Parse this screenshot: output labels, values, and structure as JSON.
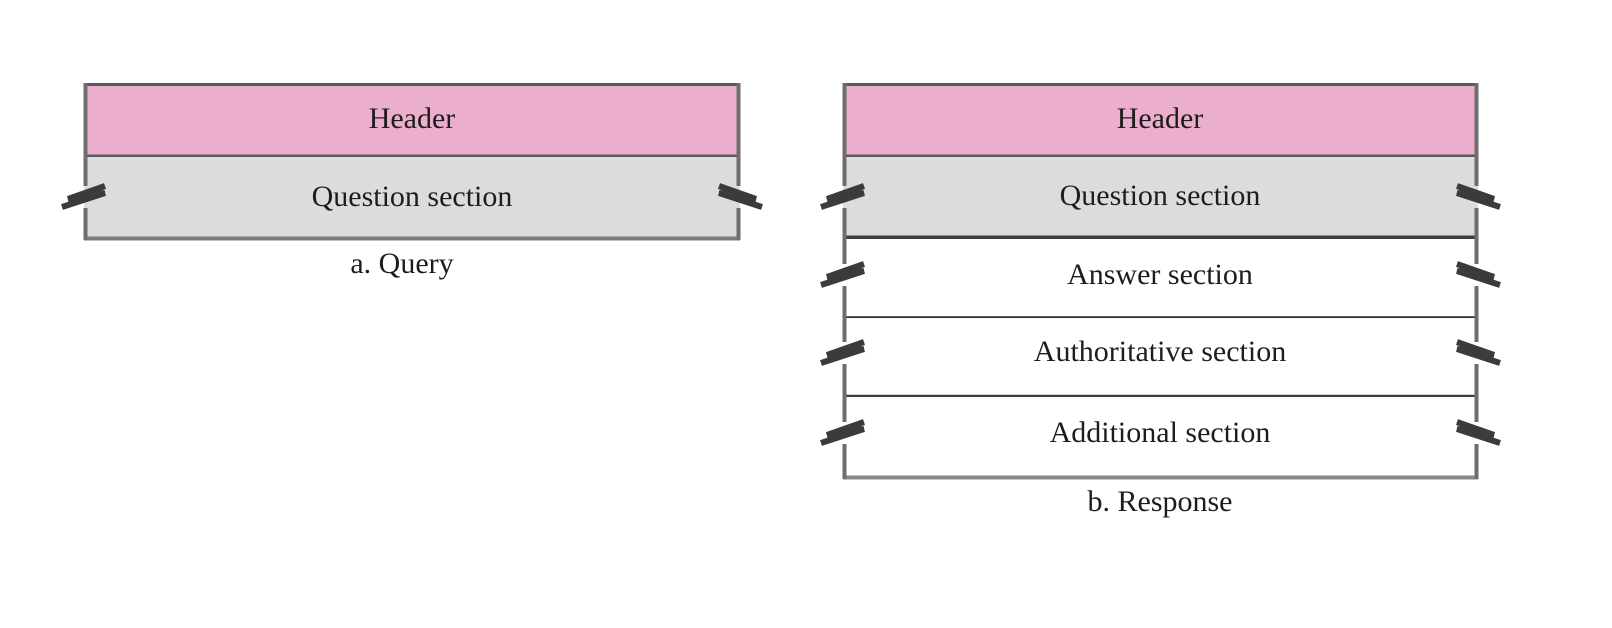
{
  "figure": {
    "background_color": "#ffffff",
    "palette": {
      "header_fill": "#ebafcd",
      "question_fill": "#dcdcde",
      "plain_fill": "#ffffff",
      "border_dark": "#4a4a4a",
      "border_mid": "#7d7d7d",
      "border_light": "#9a9a9a",
      "text_color": "#1d1d1d"
    },
    "diagrams": [
      {
        "id": "query",
        "caption": "a. Query",
        "sections": [
          {
            "label": "Header",
            "fill": "header_fill",
            "torn": false
          },
          {
            "label": "Question section",
            "fill": "question_fill",
            "torn": true
          }
        ]
      },
      {
        "id": "response",
        "caption": "b. Response",
        "sections": [
          {
            "label": "Header",
            "fill": "header_fill",
            "torn": false
          },
          {
            "label": "Question section",
            "fill": "question_fill",
            "torn": true
          },
          {
            "label": "Answer section",
            "fill": "plain_fill",
            "torn": true
          },
          {
            "label": "Authoritative section",
            "fill": "plain_fill",
            "torn": true
          },
          {
            "label": "Additional section",
            "fill": "plain_fill",
            "torn": true
          }
        ]
      }
    ],
    "labels": {
      "query_header": "Header",
      "query_question": "Question section",
      "query_caption": "a. Query",
      "response_header": "Header",
      "response_question": "Question section",
      "response_answer": "Answer section",
      "response_authoritative": "Authoritative section",
      "response_additional": "Additional section",
      "response_caption": "b. Response"
    }
  }
}
